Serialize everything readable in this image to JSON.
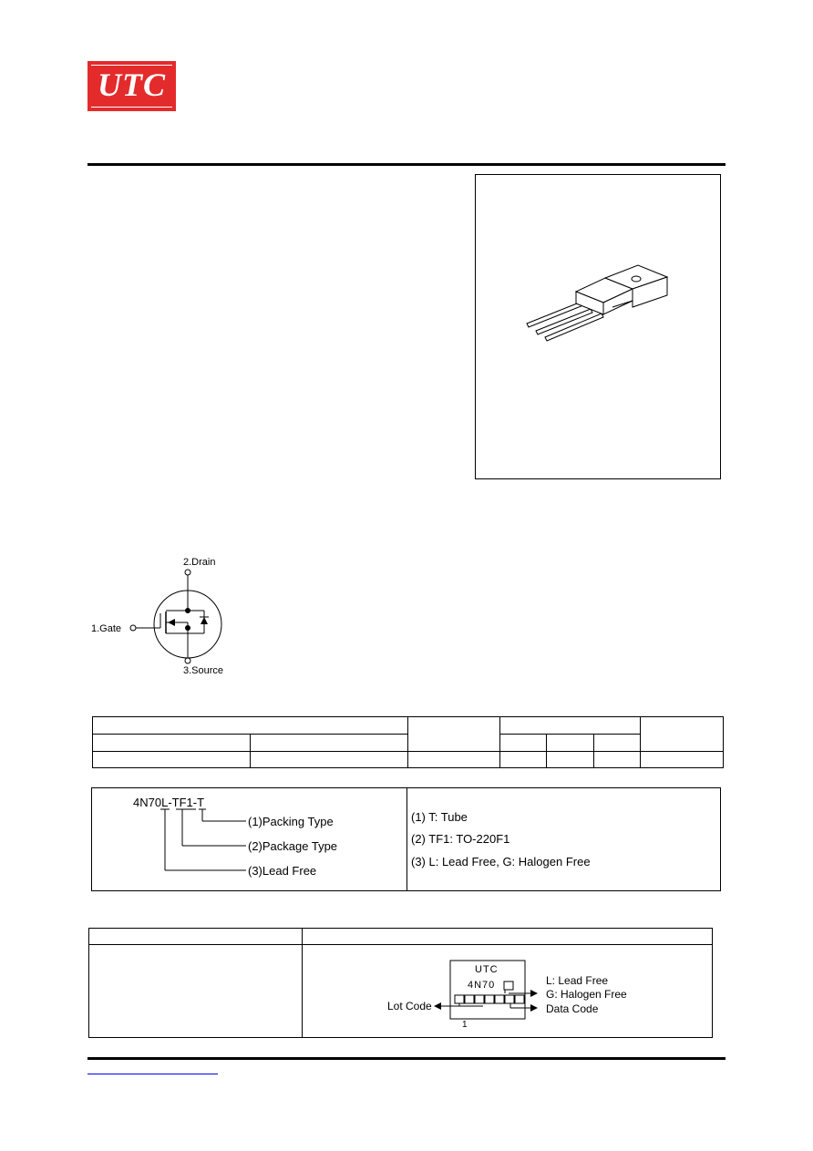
{
  "logo": {
    "text": "UTC"
  },
  "schematic": {
    "drain_label": "2.Drain",
    "gate_label": "1.Gate",
    "source_label": "3.Source"
  },
  "ordering": {
    "part_prefix": "4N70",
    "part_L": "L",
    "part_sep1": "-",
    "part_TF1": "TF1",
    "part_sep2": "-",
    "part_T": "T",
    "label_packing": "(1)Packing Type",
    "label_package": "(2)Package Type",
    "label_lead": "(3)Lead Free",
    "desc_1": "(1) T: Tube",
    "desc_2": "(2) TF1: TO-220F1",
    "desc_3": "(3) L: Lead Free, G: Halogen Free"
  },
  "marking": {
    "brand": "UTC",
    "part": "4N70",
    "pin1": "1",
    "lot_code": "Lot Code",
    "lead_free": "L: Lead Free",
    "halogen_free": "G: Halogen Free",
    "data_code": "Data Code"
  }
}
